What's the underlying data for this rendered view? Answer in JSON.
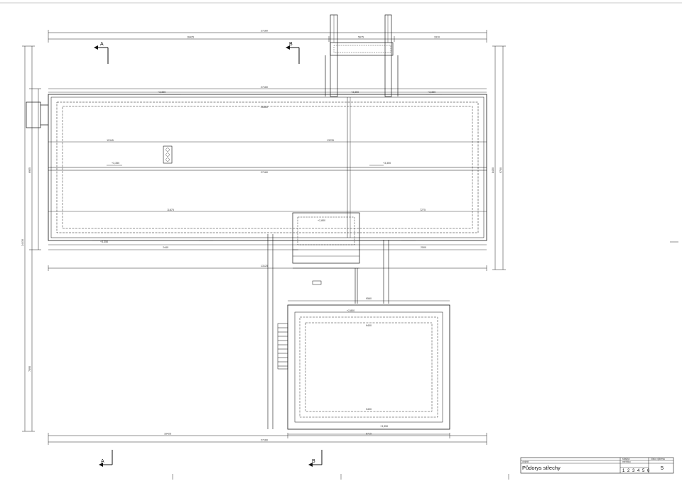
{
  "section_marks": {
    "a": "A",
    "b": "B"
  },
  "dimensions": {
    "top_total": "27160",
    "top_left": "16425",
    "top_mid": "5675",
    "top_right": "3310",
    "roof_width": "27160",
    "roof_inner": "26360",
    "row_mid_left": "11345",
    "row_mid_right": "13235",
    "row_low_left": "11875",
    "row_low_right": "7275",
    "bottom_1": "2440",
    "bottom_2": "2500",
    "bottom_3": "27160",
    "bottom_4": "13125",
    "annex_top": "9560",
    "annex_inner": "9400",
    "annex_bottom": "9400",
    "base_left": "16425",
    "base_right": "8715",
    "base_total": "27160",
    "left_total": "24430",
    "left_1": "6955",
    "left_2": "7895",
    "right_1": "8450",
    "right_2": "9700"
  },
  "levels": {
    "lvl_1": "+3,350",
    "lvl_2": "+3,350",
    "lvl_3": "+3,350",
    "lvl_4": "+3,350",
    "lvl_5": "+3,350",
    "lvl_6": "+3,350",
    "lvl_7": "+2,800",
    "lvl_8": "+2,800",
    "lvl_9": "+3,350"
  },
  "title_block": {
    "header_left": "stavba",
    "header_right": "číslo výkresu",
    "label_object": "objekt",
    "drawing_title": "Půdorys střechy",
    "label_scale": "měřítko",
    "scale_digits": "1 2 3 4 5 6",
    "sheet_number": "5"
  }
}
